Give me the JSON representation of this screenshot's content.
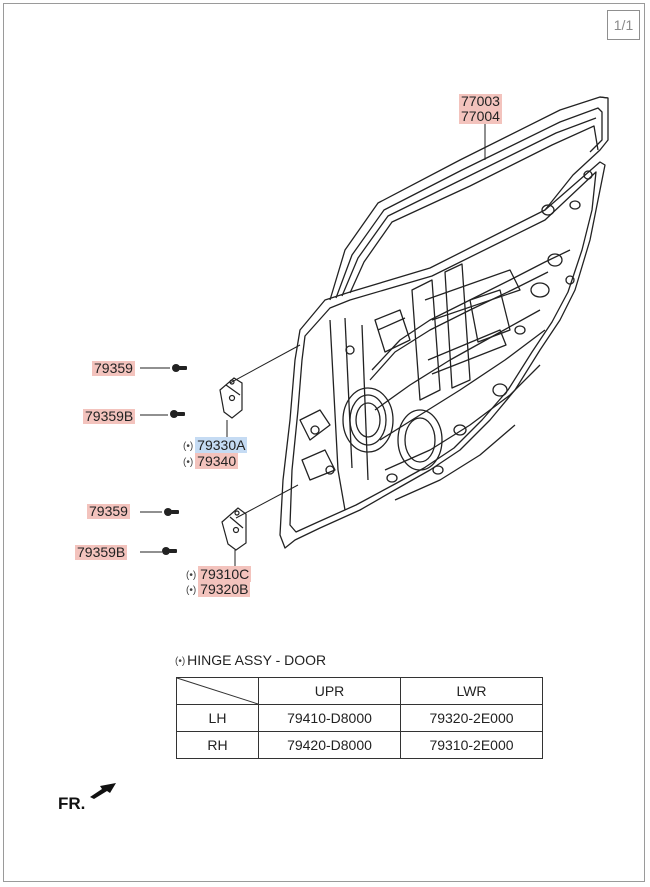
{
  "page_indicator": "1/1",
  "callouts": {
    "door_upper_a": "77003",
    "door_upper_b": "77004",
    "bolt_top": "79359",
    "bolt_b_top": "79359B",
    "hinge_upper_a": "79330A",
    "hinge_upper_b": "79340",
    "bolt_mid": "79359",
    "bolt_b_lower": "79359B",
    "hinge_lower_a": "79310C",
    "hinge_lower_b": "79320B"
  },
  "marker_symbol": "(•)",
  "legend_title": "HINGE ASSY - DOOR",
  "table": {
    "columns": [
      "UPR",
      "LWR"
    ],
    "rows": [
      {
        "side": "LH",
        "upr": "79410-D8000",
        "lwr": "79320-2E000"
      },
      {
        "side": "RH",
        "upr": "79420-D8000",
        "lwr": "79310-2E000"
      }
    ]
  },
  "direction_label": "FR.",
  "icons": {
    "arrow": "front-direction-arrow-icon",
    "part": "rear-door-panel-drawing"
  },
  "colors": {
    "callout_highlight": "#f3c3bd",
    "selected_highlight": "#c5dbf3"
  }
}
